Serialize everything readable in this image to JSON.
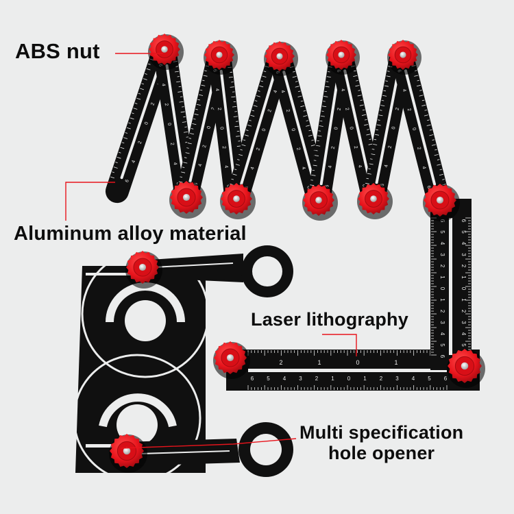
{
  "colors": {
    "background": "#eceded",
    "ruler": "#101010",
    "nut": "#e8141c",
    "callout_line": "#e8141c",
    "text": "#0d0d0d"
  },
  "labels": {
    "abs_nut": "ABS nut",
    "aluminum": "Aluminum alloy material",
    "laser": "Laser lithography",
    "opener_line1": "Multi specification",
    "opener_line2": "hole opener"
  },
  "ruler_scale": [
    "6",
    "5",
    "4",
    "3",
    "2",
    "1",
    "0",
    "1",
    "2",
    "3",
    "4",
    "5",
    "6"
  ]
}
